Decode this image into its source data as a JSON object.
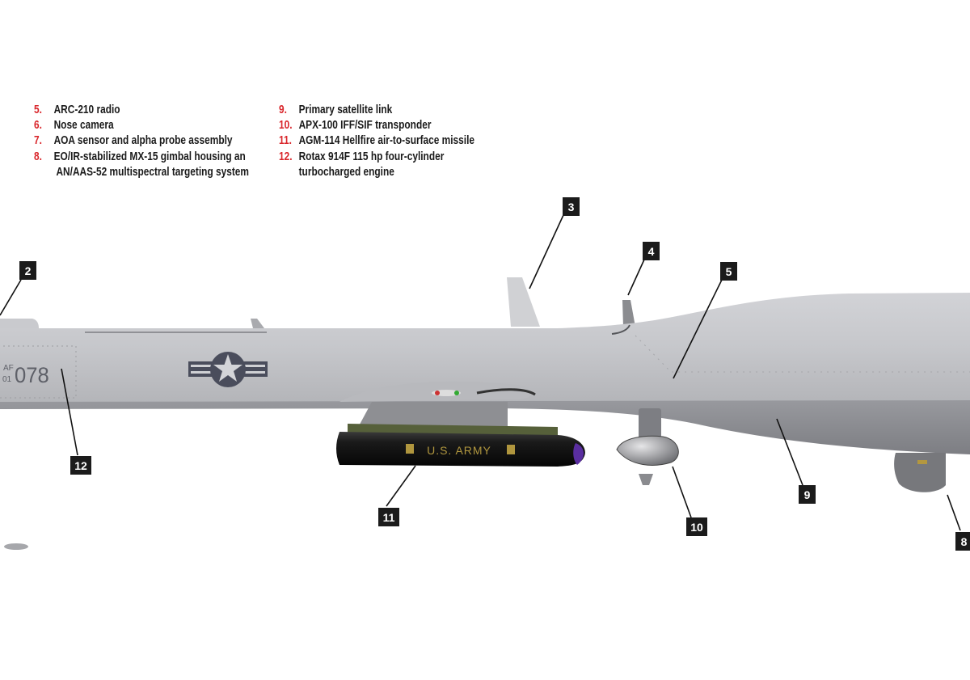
{
  "legend": {
    "column1": [
      {
        "num": "5.",
        "text": "ARC-210 radio"
      },
      {
        "num": "6.",
        "text": "Nose camera"
      },
      {
        "num": "7.",
        "text": "AOA sensor and alpha probe assembly"
      },
      {
        "num": "8.",
        "text": "EO/IR-stabilized MX-15 gimbal housing an\n AN/AAS-52 multispectral targeting system"
      }
    ],
    "column2": [
      {
        "num": "9.",
        "text": "Primary satellite link"
      },
      {
        "num": "10.",
        "text": "APX-100 IFF/SIF transponder"
      },
      {
        "num": "11.",
        "text": "AGM-114 Hellfire air-to-surface missile"
      },
      {
        "num": "12.",
        "text": "Rotax 914F 115 hp four-cylinder\nturbocharged engine"
      }
    ]
  },
  "callouts": [
    "2",
    "3",
    "4",
    "5",
    "8",
    "9",
    "10",
    "11",
    "12"
  ],
  "markings": {
    "af": "AF",
    "year": "01",
    "serial": "078",
    "missile": "U.S. ARMY"
  },
  "colors": {
    "legend_number": "#d9262b",
    "fuselage": "#c3c4c8",
    "belly": "#8c8d92",
    "roundel": "#4a4d5c"
  }
}
